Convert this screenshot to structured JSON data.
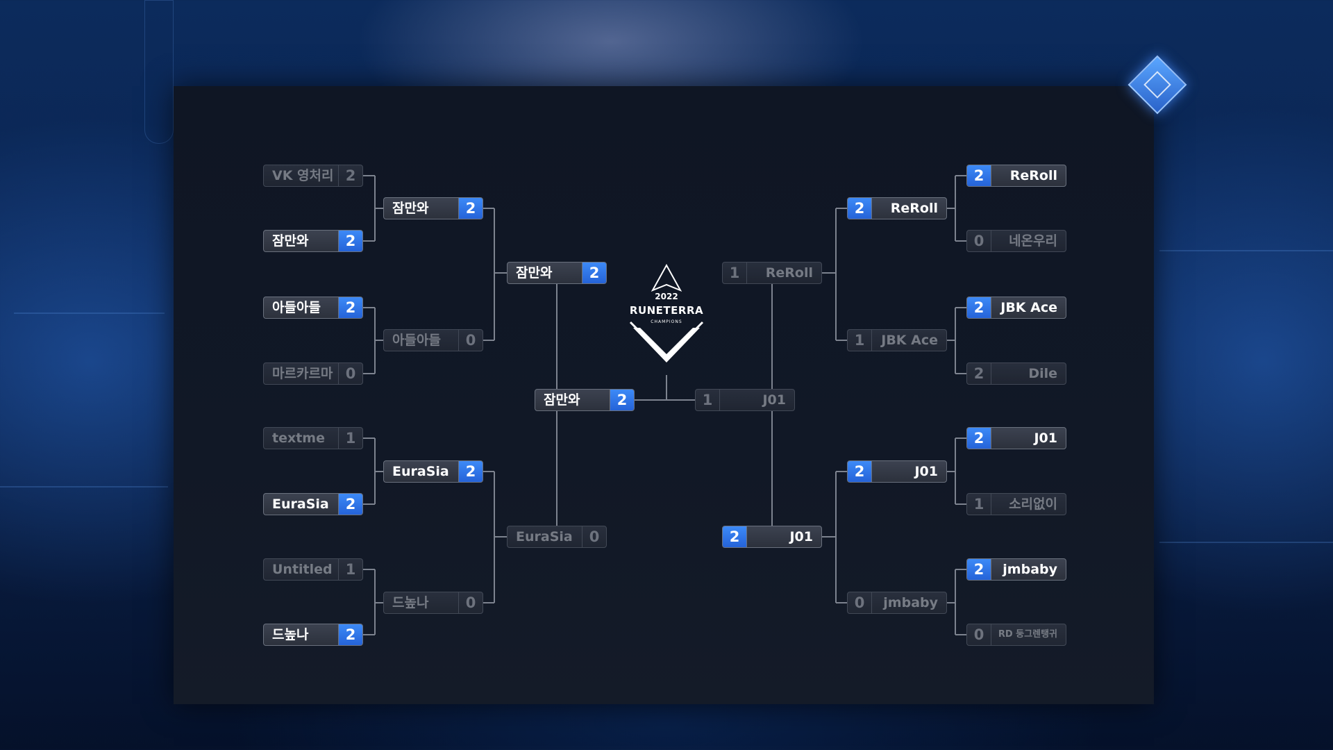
{
  "bracket": {
    "left": {
      "r1": [
        {
          "name": "VK 영처리",
          "score": "2",
          "result": "loser"
        },
        {
          "name": "잠만와",
          "score": "2",
          "result": "winner"
        },
        {
          "name": "아들아들",
          "score": "2",
          "result": "winner"
        },
        {
          "name": "마르카르마",
          "score": "0",
          "result": "loser"
        },
        {
          "name": "textme",
          "score": "1",
          "result": "loser"
        },
        {
          "name": "EuraSia",
          "score": "2",
          "result": "winner"
        },
        {
          "name": "Untitled",
          "score": "1",
          "result": "loser"
        },
        {
          "name": "드높나",
          "score": "2",
          "result": "winner"
        }
      ],
      "r2": [
        {
          "name": "잠만와",
          "score": "2",
          "result": "winner"
        },
        {
          "name": "아들아들",
          "score": "0",
          "result": "loser"
        },
        {
          "name": "EuraSia",
          "score": "2",
          "result": "winner"
        },
        {
          "name": "드높나",
          "score": "0",
          "result": "loser"
        }
      ],
      "r3": [
        {
          "name": "잠만와",
          "score": "2",
          "result": "winner"
        },
        {
          "name": "EuraSia",
          "score": "0",
          "result": "loser"
        }
      ]
    },
    "right": {
      "r1": [
        {
          "name": "ReRoll",
          "score": "2",
          "result": "winner"
        },
        {
          "name": "네온우리",
          "score": "0",
          "result": "loser"
        },
        {
          "name": "JBK Ace",
          "score": "2",
          "result": "winner"
        },
        {
          "name": "Dile",
          "score": "2",
          "result": "loser"
        },
        {
          "name": "J01",
          "score": "2",
          "result": "winner"
        },
        {
          "name": "소리없이",
          "score": "1",
          "result": "loser"
        },
        {
          "name": "jmbaby",
          "score": "2",
          "result": "winner"
        },
        {
          "name": "RD 둥그렌탱귀",
          "score": "0",
          "result": "loser"
        }
      ],
      "r2": [
        {
          "name": "ReRoll",
          "score": "2",
          "result": "winner"
        },
        {
          "name": "JBK Ace",
          "score": "1",
          "result": "loser"
        },
        {
          "name": "J01",
          "score": "2",
          "result": "winner"
        },
        {
          "name": "jmbaby",
          "score": "0",
          "result": "loser"
        }
      ],
      "r3": [
        {
          "name": "ReRoll",
          "score": "1",
          "result": "loser"
        },
        {
          "name": "J01",
          "score": "2",
          "result": "winner"
        }
      ]
    },
    "final": [
      {
        "name": "잠만와",
        "score": "2",
        "result": "winner"
      },
      {
        "name": "J01",
        "score": "1",
        "result": "loser"
      }
    ]
  },
  "logo": {
    "year": "2022",
    "title": "RUNETERRA",
    "subtitle": "CHAMPIONS"
  },
  "colors": {
    "winner_score_bg": "#2f74ea",
    "slot_bg": "#343945",
    "connector": "#7d838f",
    "panel_bg": "#111826"
  },
  "icons": {
    "corner_badge": "diamond-emblem-icon",
    "center_logo": "runeterra-crest-icon"
  }
}
